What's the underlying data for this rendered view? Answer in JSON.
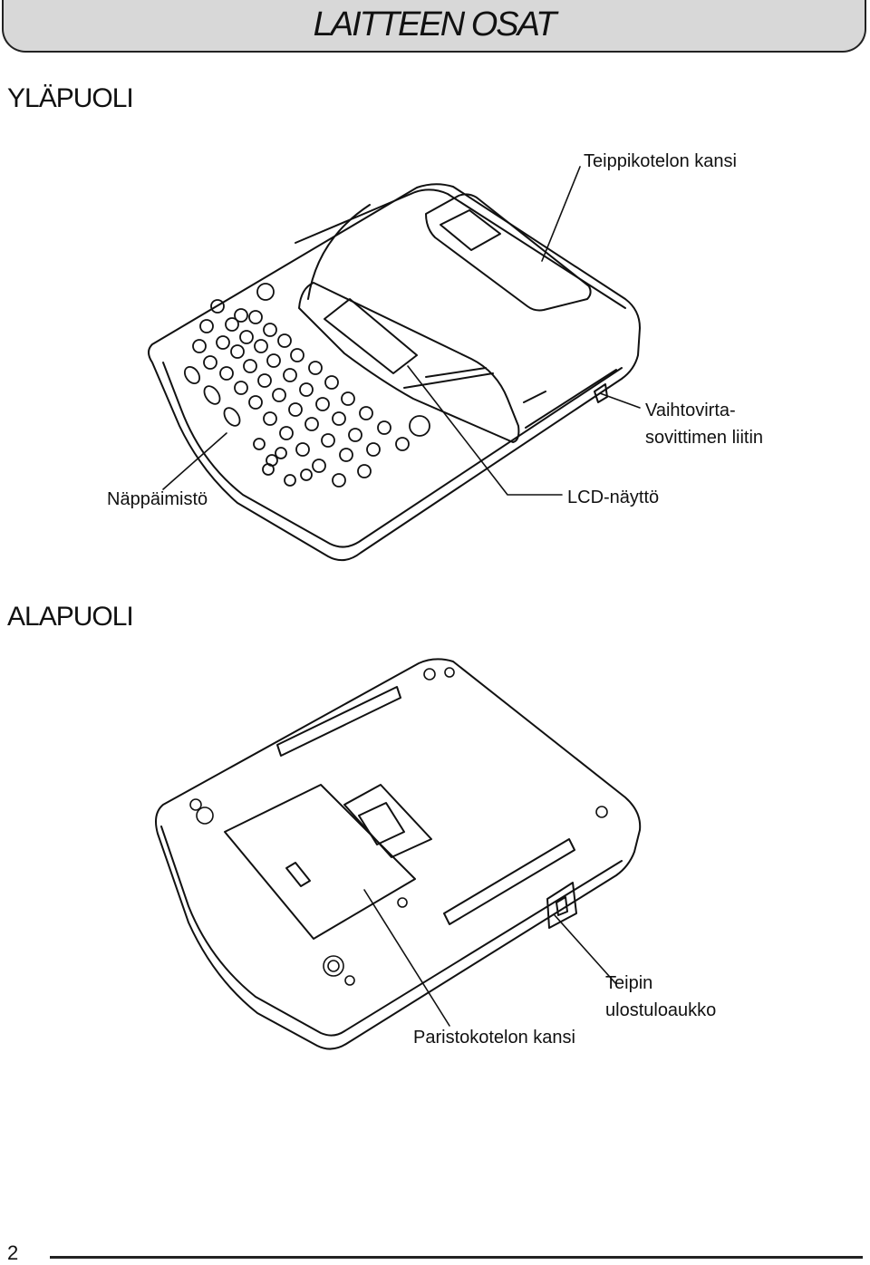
{
  "title": "LAITTEEN OSAT",
  "sections": {
    "top": {
      "heading": "YLÄPUOLI",
      "callouts": {
        "tape_cover": "Teippikotelon kansi",
        "adapter_jack": "Vaihtovirta-\nsovittimen liitin",
        "keyboard": "Näppäimistö",
        "lcd": "LCD-näyttö"
      }
    },
    "bottom": {
      "heading": "ALAPUOLI",
      "callouts": {
        "battery_cover": "Paristokotelon kansi",
        "tape_exit": "Teipin\nulostuloaukko"
      }
    }
  },
  "footer": {
    "page_number": "2"
  }
}
